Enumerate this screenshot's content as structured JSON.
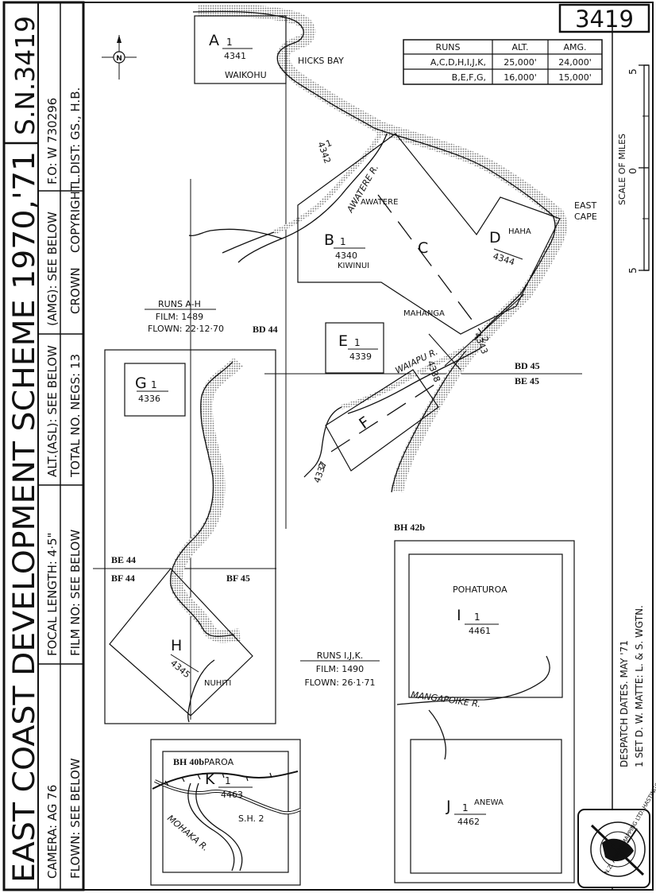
{
  "sheet_number": "3419",
  "title_block": {
    "title": "EAST COAST DEVELOPMENT SCHEME 1970,'71",
    "sn": "S.N.3419",
    "camera": "CAMERA: AG 76",
    "flown": "FLOWN: SEE BELOW",
    "focal_length": "FOCAL LENGTH: 4·5\"",
    "film_no": "FILM NO: SEE BELOW",
    "alt": "ALT.(ASL): SEE BELOW",
    "total_negs": "TOTAL NO. NEGS: 13",
    "amg": "(AMG): SEE BELOW",
    "crown": "CROWN",
    "fo": "F.O: W 730296",
    "copyright": "COPYRIGHT",
    "ldist": "L.DIST: GS., H.B."
  },
  "runs_table": {
    "headers": [
      "RUNS",
      "ALT.",
      "AMG."
    ],
    "rows": [
      [
        "A,C,D,H,I,J,K,",
        "25,000'",
        "24,000'"
      ],
      [
        "B,E,F,G,",
        "16,000'",
        "15,000'"
      ]
    ]
  },
  "runs_ah": {
    "title": "RUNS A-H",
    "film": "FILM: 1489",
    "flown": "FLOWN: 22·12·70"
  },
  "runs_ijk": {
    "title": "RUNS I,J,K.",
    "film": "FILM: 1490",
    "flown": "FLOWN: 26·1·71"
  },
  "grid_labels": {
    "bd44": "BD 44",
    "bd45": "BD 45",
    "be45": "BE 45",
    "be44": "BE 44",
    "bf44": "BF 44",
    "bf45": "BF 45",
    "bh42b": "BH 42b",
    "bh40b": "BH 40b"
  },
  "runs": [
    {
      "letter": "A",
      "photo": "4341"
    },
    {
      "letter": "B",
      "photo": "4340"
    },
    {
      "letter": "C",
      "photo": ""
    },
    {
      "letter": "D",
      "photo": "4344"
    },
    {
      "letter": "E",
      "photo": "4339"
    },
    {
      "letter": "F",
      "photo": ""
    },
    {
      "letter": "G",
      "photo": "4336"
    },
    {
      "letter": "H",
      "photo": "4345"
    },
    {
      "letter": "I",
      "photo": "4461"
    },
    {
      "letter": "J",
      "photo": "4462"
    },
    {
      "letter": "K",
      "photo": "4463"
    }
  ],
  "run_numbers": {
    "n1": "1",
    "n2": "2",
    "n3": "1",
    "r4342": "4342",
    "r4343": "4343",
    "r4338": "4338",
    "r4337": "4337"
  },
  "places": {
    "waikohu": "WAIKOHU",
    "hicks_bay": "HICKS BAY",
    "awatere": "AWATERE",
    "kiwinui": "KIWINUI",
    "haha": "HAHA",
    "east": "EAST",
    "cape": "CAPE",
    "mahanga": "MAHANGA",
    "nuhiti": "NUHITI",
    "pohaturoa": "POHATUROA",
    "anewa": "ANEWA",
    "paroa": "PAROA"
  },
  "rivers": {
    "awatere": "AWATERE R.",
    "waiapu": "WAIAPU R.",
    "mangapoike": "MANGAPOIKE R.",
    "mohaka": "MOHAKA R.",
    "sh2": "S.H. 2"
  },
  "north": "N",
  "scale": {
    "label": "SCALE OF MILES",
    "top": "5",
    "bottom": "5",
    "mid": "0"
  },
  "despatch": "DESPATCH DATES. MAY '71",
  "set": "1 SET D. W. MATTE: L. & S. WGTN.",
  "logo": "N.Z. AERIAL MAPPING LTD. HASTINGS"
}
